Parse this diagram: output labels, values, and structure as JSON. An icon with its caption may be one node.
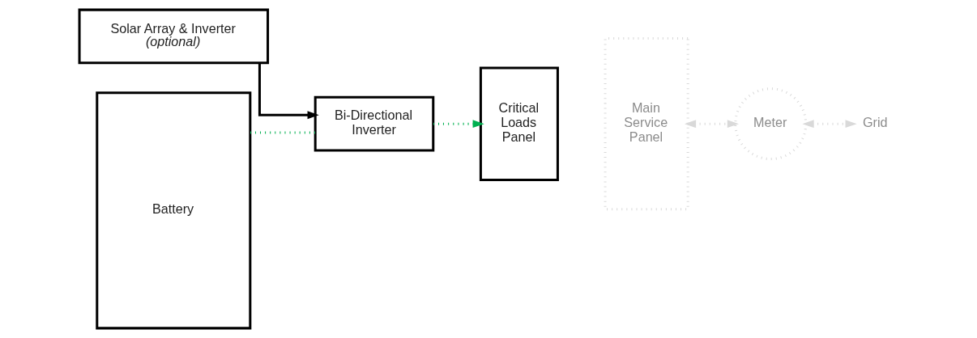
{
  "diagram": {
    "nodes": [
      {
        "text": [
          "Solar Array & Inverter",
          "(optional)"
        ]
      },
      {
        "text": [
          "Battery"
        ]
      },
      {
        "text": [
          "Bi-Directional Inverter"
        ]
      },
      {
        "text": [
          "Critical Loads Panel"
        ]
      },
      {
        "text": [
          "Main Service Panel"
        ]
      },
      {
        "text": [
          "Meter"
        ]
      },
      {
        "text": [
          "Grid"
        ]
      }
    ],
    "edges": [
      {
        "from": 0,
        "to": 2,
        "arrow": "to",
        "color": "#000000"
      },
      {
        "from": 1,
        "to": 2,
        "arrow": "none",
        "style": "dashed",
        "color": "#00b050"
      },
      {
        "from": 2,
        "to": 3,
        "arrow": "to",
        "style": "dashed",
        "color": "#00b050"
      },
      {
        "from": 4,
        "to": 5,
        "arrow": "both",
        "style": "dashed",
        "color": "#d9d9d9"
      },
      {
        "from": 5,
        "to": 6,
        "arrow": "both",
        "style": "dashed",
        "color": "#d9d9d9"
      }
    ]
  }
}
